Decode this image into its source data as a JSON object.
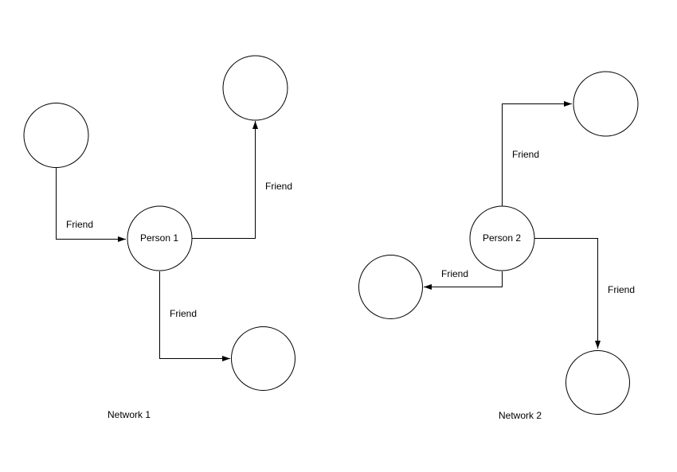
{
  "diagram": {
    "background_color": "#ffffff",
    "stroke_color": "#000000",
    "text_color": "#000000",
    "networks": [
      {
        "title": "Network 1",
        "center_node_label": "Person 1",
        "edges": [
          {
            "label": "Friend"
          },
          {
            "label": "Friend"
          },
          {
            "label": "Friend"
          }
        ]
      },
      {
        "title": "Network 2",
        "center_node_label": "Person 2",
        "edges": [
          {
            "label": "Friend"
          },
          {
            "label": "Friend"
          },
          {
            "label": "Friend"
          }
        ]
      }
    ]
  }
}
